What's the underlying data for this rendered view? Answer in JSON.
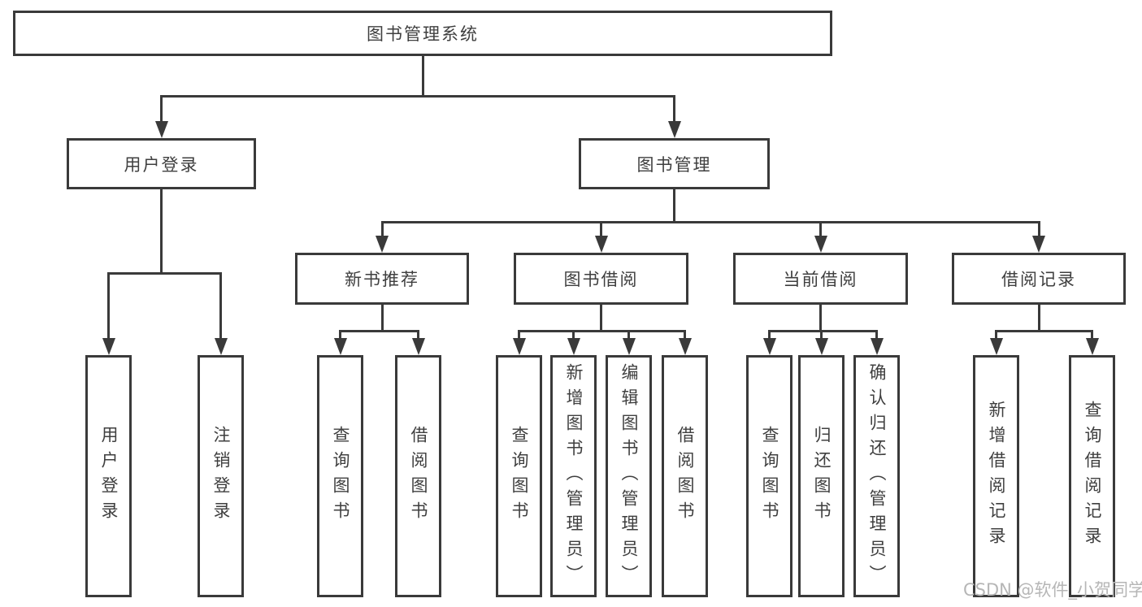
{
  "title": "图书管理系统",
  "watermark": "CSDN @软件_小贺同学",
  "branches": [
    {
      "label": "用户登录",
      "children": [
        {
          "label": "用户登录"
        },
        {
          "label": "注销登录"
        }
      ]
    },
    {
      "label": "图书管理",
      "groups": [
        {
          "label": "新书推荐",
          "children": [
            {
              "label": "查询图书"
            },
            {
              "label": "借阅图书"
            }
          ]
        },
        {
          "label": "图书借阅",
          "children": [
            {
              "label": "查询图书"
            },
            {
              "label": "新增图书（管理员）"
            },
            {
              "label": "编辑图书（管理员）"
            },
            {
              "label": "借阅图书"
            }
          ]
        },
        {
          "label": "当前借阅",
          "children": [
            {
              "label": "查询图书"
            },
            {
              "label": "归还图书"
            },
            {
              "label": "确认归还（管理员）"
            }
          ]
        },
        {
          "label": "借阅记录",
          "children": [
            {
              "label": "新增借阅记录"
            },
            {
              "label": "查询借阅记录"
            }
          ]
        }
      ]
    }
  ],
  "colors": {
    "line": "#3a3a3a",
    "text": "#3f3f3f",
    "watermark": "#b6b6b6",
    "background": "#ffffff"
  }
}
